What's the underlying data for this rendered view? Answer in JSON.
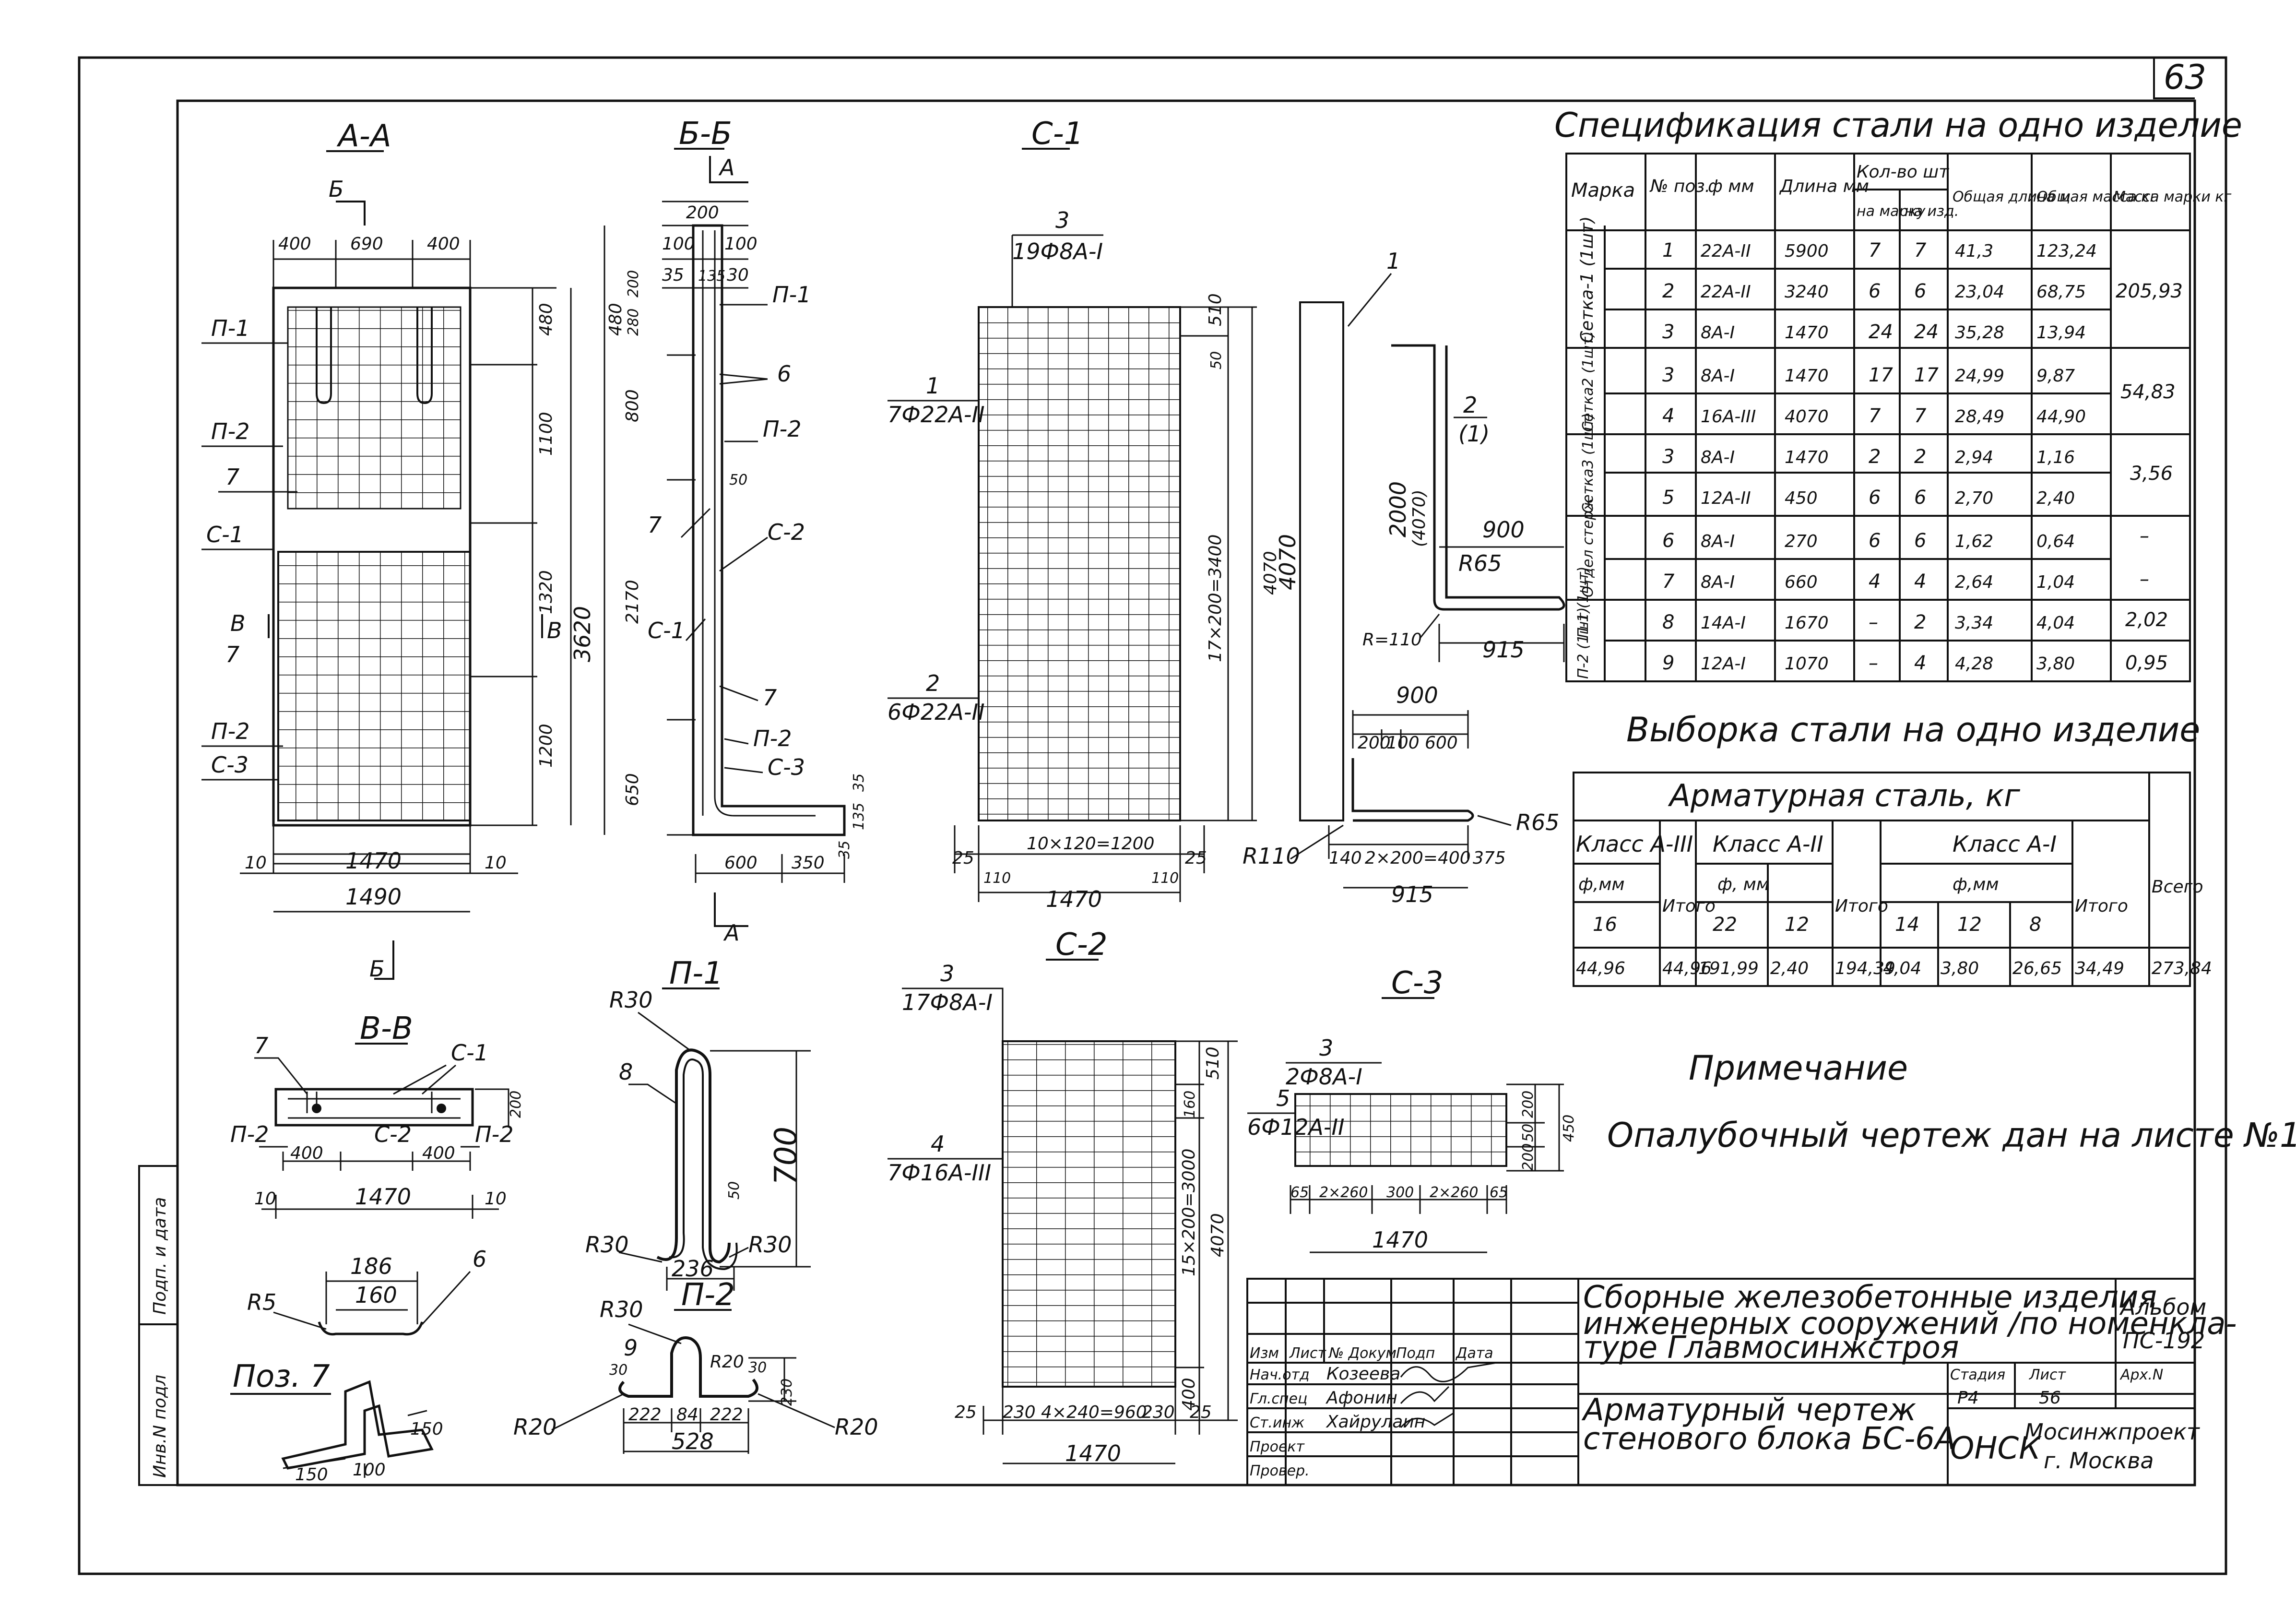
{
  "sheet_no": "63",
  "views": {
    "aa": {
      "title": "А-А",
      "dims_top": [
        "400",
        "690",
        "400"
      ],
      "dims_right": [
        "480",
        "1100",
        "1320",
        "1200"
      ],
      "height_total": "3620",
      "dims_bottom": [
        "10",
        "1470",
        "10"
      ],
      "width_total": "1490",
      "labels": [
        "П-1",
        "П-2",
        "7",
        "С-1",
        "В",
        "7",
        "П-2",
        "С-3"
      ],
      "cut_top": "Б",
      "cut_bottom": "Б",
      "cut_side": "В"
    },
    "bb": {
      "title": "Б-Б",
      "dims_top": [
        "200",
        "100",
        "100",
        "35",
        "135",
        "30"
      ],
      "dims_left": [
        "480",
        "280",
        "200",
        "800",
        "2170",
        "650"
      ],
      "labels": [
        "П-1",
        "6",
        "П-2",
        "50",
        "7",
        "С-2",
        "С-1",
        "7",
        "П-2",
        "С-3"
      ],
      "dims_bottom": [
        "600",
        "350"
      ],
      "dims_small": [
        "35",
        "135",
        "35"
      ],
      "cut": "А"
    },
    "c1": {
      "title": "С-1",
      "bar_top": [
        "3",
        "19Ф8А-I"
      ],
      "bar_left1": [
        "1",
        "7Ф22А-II"
      ],
      "bar_left2": [
        "2",
        "6Ф22А-II"
      ],
      "dims_right": [
        "510",
        "50",
        "17×200=3400"
      ],
      "height_total": "4070",
      "dims_bottom": [
        "25",
        "10×120=1200",
        "25"
      ],
      "ends": [
        "110",
        "110"
      ],
      "width_total": "1470"
    },
    "bars": {
      "pos1": "1",
      "len1": "4070",
      "pos2": [
        "2",
        "(1)"
      ],
      "len2": [
        "2000",
        "(4070)"
      ],
      "dims": [
        "900",
        "R65",
        "R=110",
        "915"
      ],
      "hook": [
        "900",
        "200",
        "100",
        "600",
        "R65",
        "R110",
        "140",
        "2×200=400",
        "375",
        "915"
      ]
    },
    "c2": {
      "title": "С-2",
      "bar_top": [
        "3",
        "17Ф8А-I"
      ],
      "bar_left": [
        "4",
        "7Ф16А-III"
      ],
      "dims_right": [
        "510",
        "160",
        "15×200=3000",
        "400"
      ],
      "height_total": "4070",
      "dims_bottom": [
        "25",
        "230",
        "4×240=960",
        "230",
        "25"
      ],
      "width_total": "1470"
    },
    "c3": {
      "title": "С-3",
      "bar_top": [
        "3",
        "2Ф8А-I"
      ],
      "bar_left": [
        "5",
        "6Ф12А-II"
      ],
      "dims_right": [
        "200",
        "50",
        "200",
        "450"
      ],
      "dims_bottom": [
        "65",
        "2×260",
        "300",
        "2×260",
        "65"
      ],
      "width_total": "1470"
    },
    "vv": {
      "title": "В-В",
      "labels": [
        "7",
        "С-1",
        "П-2",
        "С-2",
        "П-2"
      ],
      "dims": [
        "200",
        "400",
        "400",
        "10",
        "1470",
        "10"
      ]
    },
    "p1": {
      "title": "П-1",
      "labels": [
        "R30",
        "8",
        "R30",
        "R30"
      ],
      "dims": [
        "700",
        "50",
        "236"
      ]
    },
    "p2": {
      "title": "П-2",
      "labels": [
        "R30",
        "9",
        "30",
        "R20",
        "30",
        "230",
        "R20",
        "R20"
      ],
      "dims": [
        "222",
        "84",
        "222",
        "528"
      ]
    },
    "pos6": {
      "dims": [
        "186",
        "160"
      ],
      "labels": [
        "R5",
        "6"
      ]
    },
    "pos7": {
      "title": "Поз. 7",
      "dims": [
        "150",
        "100",
        "150"
      ]
    }
  },
  "spec": {
    "title": "Спецификация стали на одно изделие",
    "headers": [
      "Марка",
      "№ поз.",
      "ф мм",
      "Длина мм",
      "Кол-во шт",
      "на марку",
      "на изд.",
      "Общая длина м",
      "Общая масса кг",
      "Масса марки кг"
    ],
    "groups": [
      "Сетка-1 (1шт)",
      "Сетка2 (1шт)",
      "Сетка3 (1шт)",
      "Отдел стерж",
      "П-1 (1шт)",
      "П-2 (1шт)"
    ],
    "rows": [
      [
        "1",
        "22А-II",
        "5900",
        "7",
        "7",
        "41,3",
        "123,24"
      ],
      [
        "2",
        "22А-II",
        "3240",
        "6",
        "6",
        "23,04",
        "68,75"
      ],
      [
        "3",
        "8А-I",
        "1470",
        "24",
        "24",
        "35,28",
        "13,94"
      ],
      [
        "3",
        "8А-I",
        "1470",
        "17",
        "17",
        "24,99",
        "9,87"
      ],
      [
        "4",
        "16А-III",
        "4070",
        "7",
        "7",
        "28,49",
        "44,90"
      ],
      [
        "3",
        "8А-I",
        "1470",
        "2",
        "2",
        "2,94",
        "1,16"
      ],
      [
        "5",
        "12А-II",
        "450",
        "6",
        "6",
        "2,70",
        "2,40"
      ],
      [
        "6",
        "8А-I",
        "270",
        "6",
        "6",
        "1,62",
        "0,64"
      ],
      [
        "7",
        "8А-I",
        "660",
        "4",
        "4",
        "2,64",
        "1,04"
      ],
      [
        "8",
        "14А-I",
        "1670",
        "–",
        "2",
        "3,34",
        "4,04"
      ],
      [
        "9",
        "12А-I",
        "1070",
        "–",
        "4",
        "4,28",
        "3,80"
      ]
    ],
    "mass": [
      "205,93",
      "54,83",
      "3,56",
      "–",
      "–",
      "2,02",
      "0,95"
    ]
  },
  "sample": {
    "title": "Выборка стали на одно изделие",
    "header": "Арматурная сталь, кг",
    "class_a3": "Класс А-III",
    "class_a2": "Класс А-II",
    "class_a1": "Класс А-I",
    "phi": [
      "ф,мм",
      "ф, мм",
      "ф,мм"
    ],
    "itogo": "Итого",
    "vsego": "Всего",
    "diam": [
      "16",
      "22",
      "12",
      "14",
      "12",
      "8"
    ],
    "values": [
      "44,96",
      "44,96",
      "191,99",
      "2,40",
      "194,39",
      "4,04",
      "3,80",
      "26,65",
      "34,49",
      "273,84"
    ]
  },
  "note": {
    "title": "Примечание",
    "text": "Опалубочный чертеж дан на листе №11"
  },
  "stamp": {
    "title_lines": [
      "Сборные железобетонные изделия",
      "инженерных сооружений /по номенкла-",
      "туре Главмосинжстроя"
    ],
    "album": [
      "Альбом",
      "ПС-192"
    ],
    "cols": [
      "Изм",
      "Лист",
      "№ Докум",
      "Подп",
      "Дата"
    ],
    "roles": [
      "Нач.отд",
      "Гл.спец",
      "Ст.инж",
      "Проект",
      "Провер."
    ],
    "names": [
      "Козеева",
      "Афонин",
      "Хайрулаин",
      "",
      ""
    ],
    "drawing": [
      "Арматурный чертеж",
      "стенового блока БС-6А"
    ],
    "stage_hd": [
      "Стадия",
      "Лист",
      "Арх.N"
    ],
    "stage": [
      "Р4",
      "56",
      ""
    ],
    "dept": "ОНСК",
    "org": [
      "Мосинжпроект",
      "г. Москва"
    ],
    "margin": [
      "Инв.N подл",
      "Подп. и дата"
    ]
  },
  "colors": {
    "ink": "#111111",
    "paper": "#ffffff"
  }
}
